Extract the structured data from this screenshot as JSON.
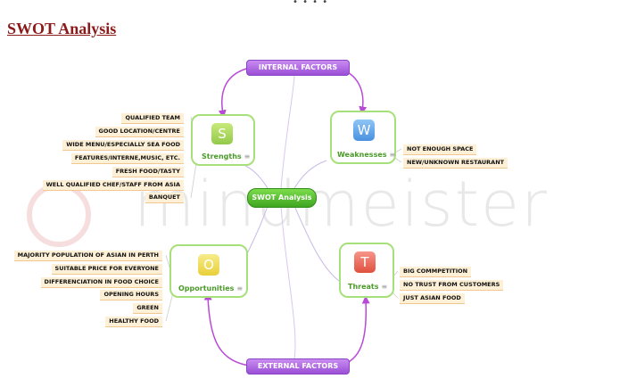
{
  "title": "SWOT Analysis",
  "top_marks": "• • • •",
  "watermark": "mindmeister",
  "center": "SWOT Analysis",
  "factors": {
    "internal": "INTERNAL FACTORS",
    "external": "EXTERNAL FACTORS"
  },
  "colors": {
    "title": "#8b1a1a",
    "center": "#3fa520",
    "factor": "#9a4fd6",
    "card_border": "#a6e07a",
    "item_bg": "#fdf0d6"
  },
  "strengths": {
    "letter": "S",
    "label": "Strengths",
    "items": [
      "QUALIFIED TEAM",
      "GOOD LOCATION/CENTRE",
      "WIDE MENU/ESPECIALLY SEA FOOD",
      "FEATURES/INTERNE,MUSIC, ETC.",
      "FRESH FOOD/TASTY",
      "WELL QUALIFIED CHEF/STAFF FROM ASIA",
      "BANQUET"
    ]
  },
  "weaknesses": {
    "letter": "W",
    "label": "Weaknesses",
    "items": [
      "NOT ENOUGH SPACE",
      "NEW/UNKNOWN RESTAURANT"
    ]
  },
  "opportunities": {
    "letter": "O",
    "label": "Opportunities",
    "items": [
      "MAJORITY POPULATION OF ASIAN IN PERTH",
      "SUITABLE PRICE FOR EVERYONE",
      "DIFFERENCIATION IN FOOD CHOICE",
      "OPENING HOURS",
      "GREEN",
      "HEALTHY FOOD"
    ]
  },
  "threats": {
    "letter": "T",
    "label": "Threats",
    "items": [
      "BIG COMMPETITION",
      "NO TRUST FROM CUSTOMERS",
      "JUST ASIAN FOOD"
    ]
  },
  "equals_glyph": "≡"
}
